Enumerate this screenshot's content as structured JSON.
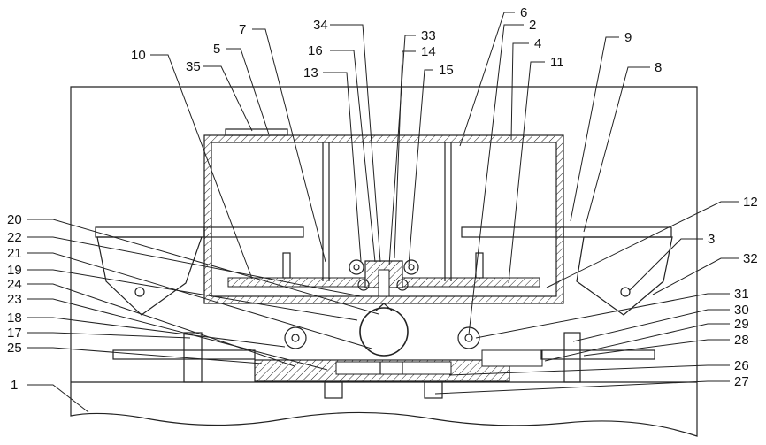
{
  "drawing": {
    "labels": [
      "1",
      "2",
      "3",
      "4",
      "5",
      "6",
      "7",
      "8",
      "9",
      "10",
      "11",
      "12",
      "13",
      "14",
      "15",
      "16",
      "17",
      "18",
      "19",
      "20",
      "21",
      "22",
      "23",
      "24",
      "25",
      "26",
      "27",
      "28",
      "29",
      "30",
      "31",
      "32",
      "33",
      "34",
      "35"
    ]
  }
}
